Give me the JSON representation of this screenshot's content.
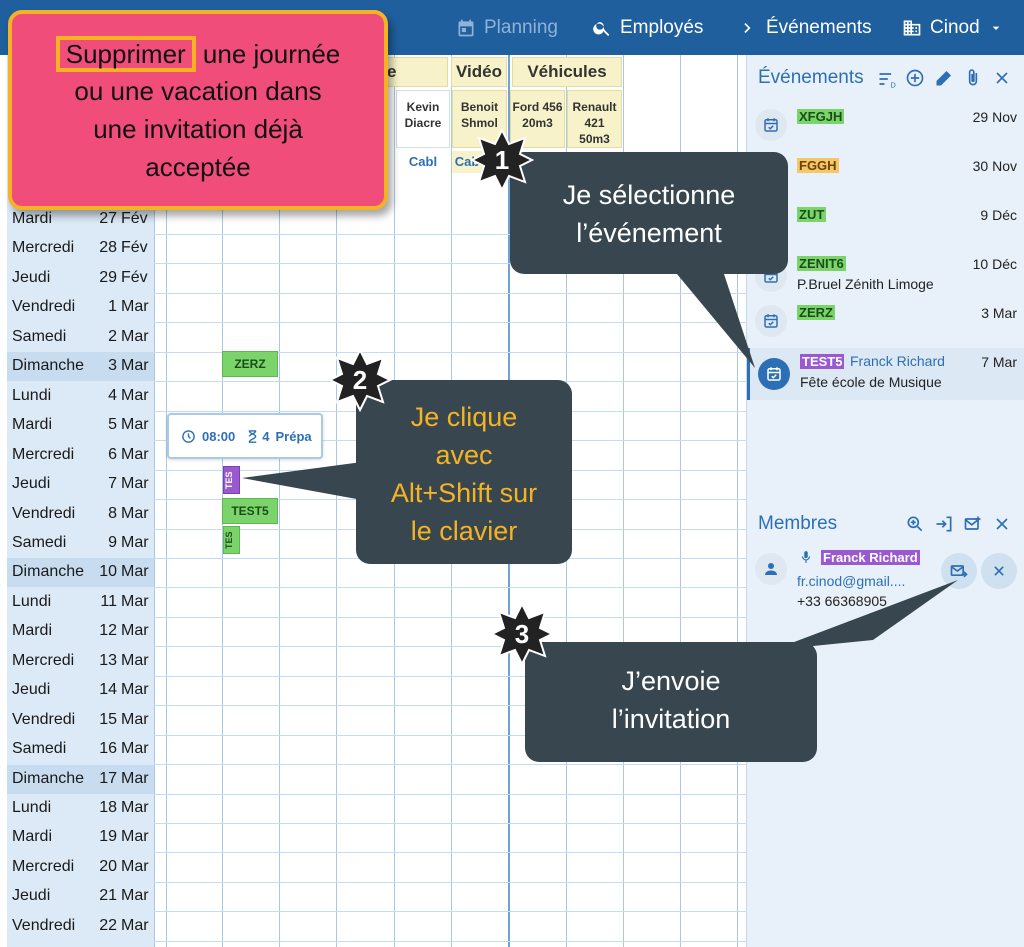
{
  "topbar": {
    "planning": "Planning",
    "employes": "Employés",
    "evenements": "Événements",
    "cinod": "Cinod"
  },
  "grid": {
    "groups": [
      {
        "label": "e"
      },
      {
        "label": "Vidéo"
      },
      {
        "label": "Véhicules"
      }
    ],
    "resources": [
      "Kevin Diacre",
      "Benoit Shmol",
      "Ford 456 20m3",
      "Renault 421 50m3"
    ],
    "tags": [
      "Cabl",
      "Cab"
    ],
    "dates": [
      {
        "name": "Mardi",
        "day": "27",
        "month": "Fév"
      },
      {
        "name": "Mercredi",
        "day": "28",
        "month": "Fév"
      },
      {
        "name": "Jeudi",
        "day": "29",
        "month": "Fév"
      },
      {
        "name": "Vendredi",
        "day": "1",
        "month": "Mar"
      },
      {
        "name": "Samedi",
        "day": "2",
        "month": "Mar"
      },
      {
        "name": "Dimanche",
        "day": "3",
        "month": "Mar"
      },
      {
        "name": "Lundi",
        "day": "4",
        "month": "Mar"
      },
      {
        "name": "Mardi",
        "day": "5",
        "month": "Mar"
      },
      {
        "name": "Mercredi",
        "day": "6",
        "month": "Mar"
      },
      {
        "name": "Jeudi",
        "day": "7",
        "month": "Mar"
      },
      {
        "name": "Vendredi",
        "day": "8",
        "month": "Mar"
      },
      {
        "name": "Samedi",
        "day": "9",
        "month": "Mar"
      },
      {
        "name": "Dimanche",
        "day": "10",
        "month": "Mar"
      },
      {
        "name": "Lundi",
        "day": "11",
        "month": "Mar"
      },
      {
        "name": "Mardi",
        "day": "12",
        "month": "Mar"
      },
      {
        "name": "Mercredi",
        "day": "13",
        "month": "Mar"
      },
      {
        "name": "Jeudi",
        "day": "14",
        "month": "Mar"
      },
      {
        "name": "Vendredi",
        "day": "15",
        "month": "Mar"
      },
      {
        "name": "Samedi",
        "day": "16",
        "month": "Mar"
      },
      {
        "name": "Dimanche",
        "day": "17",
        "month": "Mar"
      },
      {
        "name": "Lundi",
        "day": "18",
        "month": "Mar"
      },
      {
        "name": "Mardi",
        "day": "19",
        "month": "Mar"
      },
      {
        "name": "Mercredi",
        "day": "20",
        "month": "Mar"
      },
      {
        "name": "Jeudi",
        "day": "21",
        "month": "Mar"
      },
      {
        "name": "Vendredi",
        "day": "22",
        "month": "Mar"
      }
    ],
    "events": {
      "zerz": "ZERZ",
      "tes_purple": "TES",
      "test5": "TEST5",
      "tes_green": "TES"
    },
    "tooltip": {
      "time": "08:00",
      "duration": "4",
      "label": "Prépa"
    }
  },
  "panel": {
    "events_title": "Événements",
    "events": [
      {
        "name": "XFGJH",
        "color": "green",
        "person": "",
        "sub": "",
        "date": "29 Nov"
      },
      {
        "name": "FGGH",
        "color": "orange",
        "person": "",
        "sub": "",
        "date": "30 Nov"
      },
      {
        "name": "ZUT",
        "color": "green",
        "person": "",
        "sub": "",
        "date": "9 Déc"
      },
      {
        "name": "ZENIT6",
        "color": "green",
        "person": "",
        "sub": "P.Bruel Zénith Limoge",
        "date": "10 Déc"
      },
      {
        "name": "ZERZ",
        "color": "green",
        "person": "",
        "sub": "",
        "date": "3 Mar"
      },
      {
        "name": "TEST5",
        "color": "purple",
        "person": "Franck Richard",
        "sub": "Fête école de Musique",
        "date": "7 Mar"
      }
    ],
    "members_title": "Membres",
    "member": {
      "name": "Franck Richard",
      "email": "fr.cinod@gmail....",
      "phone": "+33 66368905"
    }
  },
  "overlay": {
    "title_highlight": "Supprimer",
    "title_rest_line1": " une journée",
    "title_line2": "ou une vacation dans",
    "title_line3": "une invitation déjà",
    "title_line4": "acceptée",
    "step1_num": "1",
    "step1_line1": "Je sélectionne",
    "step1_line2": "l’événement",
    "step2_num": "2",
    "step2_line1": "Je clique",
    "step2_line2": "avec",
    "step2_line3": "Alt+Shift sur",
    "step2_line4": "le clavier",
    "step3_num": "3",
    "step3_line1": "J’envoie",
    "step3_line2": "l’invitation"
  },
  "colors": {
    "topbar": "#1f5f9e",
    "accent": "#2d6fb5",
    "callout_pink": "#f14d7b",
    "callout_border": "#f5b324",
    "bubble": "#38474f",
    "event_green": "#7bd46a",
    "event_purple": "#9b59d0",
    "event_orange": "#f6c66a"
  }
}
